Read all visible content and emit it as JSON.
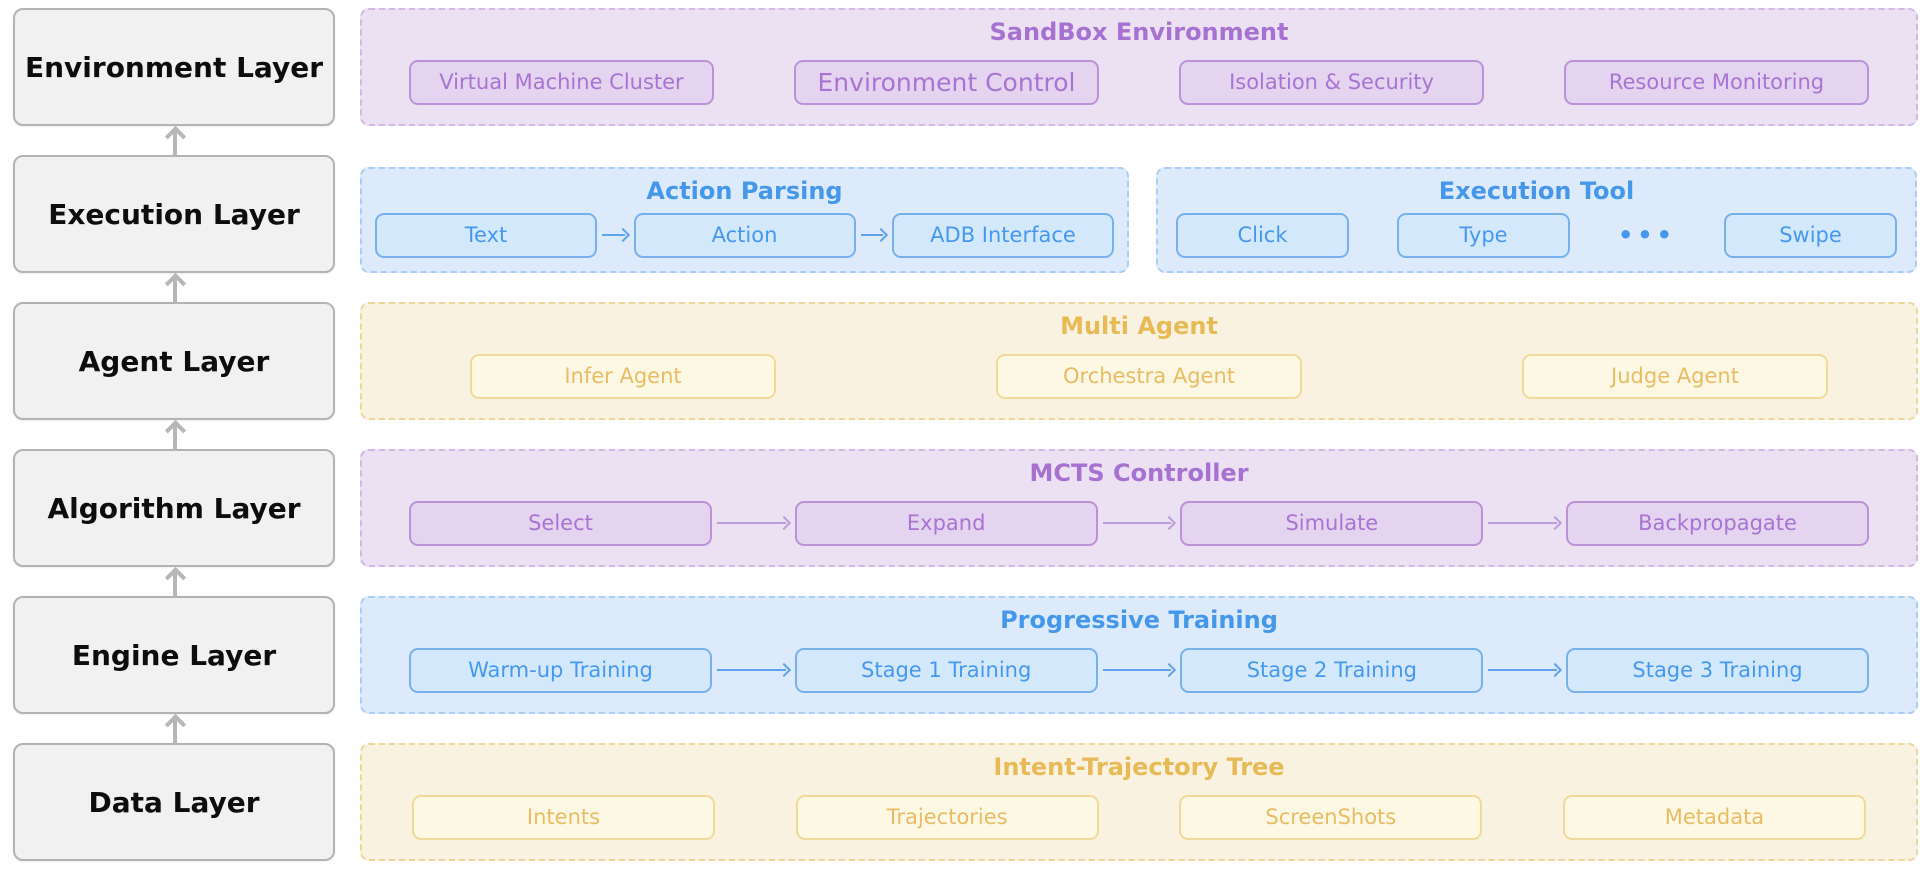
{
  "layers": [
    {
      "label": "Environment Layer"
    },
    {
      "label": "Execution Layer"
    },
    {
      "label": "Agent Layer"
    },
    {
      "label": "Algorithm Layer"
    },
    {
      "label": "Engine Layer"
    },
    {
      "label": "Data Layer"
    }
  ],
  "panels": {
    "sandbox": {
      "title": "SandBox Environment",
      "boxes": [
        "Virtual Machine Cluster",
        "Environment Control",
        "Isolation & Security",
        "Resource Monitoring"
      ]
    },
    "action_parsing": {
      "title": "Action Parsing",
      "boxes": [
        "Text",
        "Action",
        "ADB Interface"
      ]
    },
    "execution_tool": {
      "title": "Execution Tool",
      "boxes": [
        "Click",
        "Type",
        "Swipe"
      ],
      "ellipsis": "•••"
    },
    "multi_agent": {
      "title": "Multi Agent",
      "boxes": [
        "Infer Agent",
        "Orchestra Agent",
        "Judge Agent"
      ]
    },
    "mcts": {
      "title": "MCTS Controller",
      "boxes": [
        "Select",
        "Expand",
        "Simulate",
        "Backpropagate"
      ]
    },
    "training": {
      "title": "Progressive Training",
      "boxes": [
        "Warm-up Training",
        "Stage 1 Training",
        "Stage 2 Training",
        "Stage 3 Training"
      ]
    },
    "intent_tree": {
      "title": "Intent-Trajectory Tree",
      "boxes": [
        "Intents",
        "Trajectories",
        "ScreenShots",
        "Metadata"
      ]
    }
  },
  "colors": {
    "purple_title": "#a671d0",
    "purple_box_border": "#bb92d8",
    "purple_panel_bg": "#ebe1f3",
    "blue_title": "#4598e9",
    "blue_box_border": "#77b1ec",
    "blue_panel_bg": "#dceafb",
    "yellow_title": "#e8ba55",
    "yellow_box_border": "#f0d99b",
    "yellow_panel_bg": "#f9f2e0",
    "gray_box_bg": "#f1f1f1",
    "gray_box_border": "#b3b3b3",
    "gray_arrow": "#b7b7b7"
  }
}
